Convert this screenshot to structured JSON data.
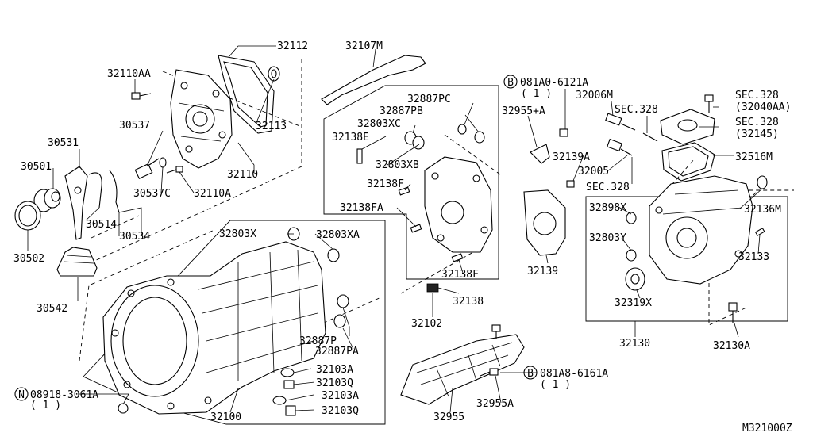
{
  "diagram_id": "M321000Z",
  "labels": {
    "p32112": "32112",
    "p32107M": "32107M",
    "p32110AA": "32110AA",
    "p081A0": "081A0-6121A",
    "p081A0_qty": "( 1 )",
    "p32887PC": "32887PC",
    "p32887PB": "32887PB",
    "p32955A_top": "32955+A",
    "p32006M": "32006M",
    "p_sec328_a": "SEC.328",
    "p_sec328_b": "SEC.328",
    "p32040AA": "(32040AA)",
    "p_sec328_c": "SEC.328",
    "p32145": "(32145)",
    "p30537": "30537",
    "p32803XC": "32803XC",
    "p32113": "32113",
    "p32138E": "32138E",
    "p30531": "30531",
    "p32139A": "32139A",
    "p32803XB": "32803XB",
    "p32516M": "32516M",
    "p32110": "32110",
    "p30501": "30501",
    "p32005": "32005",
    "p32138F_a": "32138F",
    "p_sec328_d": "SEC.328",
    "p30537C": "30537C",
    "p32110A": "32110A",
    "p32136M": "32136M",
    "p32138FA": "32138FA",
    "p32898X": "32898X",
    "p30514": "30514",
    "p30534": "30534",
    "p32803X": "32803X",
    "p32803XA": "32803XA",
    "p32803Y": "32803Y",
    "p32133": "32133",
    "p30502": "30502",
    "p32139": "32139",
    "p32138F_b": "32138F",
    "p30542": "30542",
    "p32138": "32138",
    "p32319X": "32319X",
    "p32102": "32102",
    "p32887P": "32887P",
    "p32887PA": "32887PA",
    "p32130": "32130",
    "p32130A": "32130A",
    "p32103A_a": "32103A",
    "p081A8": "081A8-6161A",
    "p081A8_qty": "( 1 )",
    "p32103Q_a": "32103Q",
    "p08918": "08918-3061A",
    "p08918_qty": "( 1 )",
    "p32103A_b": "32103A",
    "p32955A": "32955A",
    "p32100": "32100",
    "p32103Q_b": "32103Q",
    "p32955": "32955"
  },
  "callouts": {
    "B_top": "B",
    "B_bottom": "B",
    "N": "N"
  }
}
